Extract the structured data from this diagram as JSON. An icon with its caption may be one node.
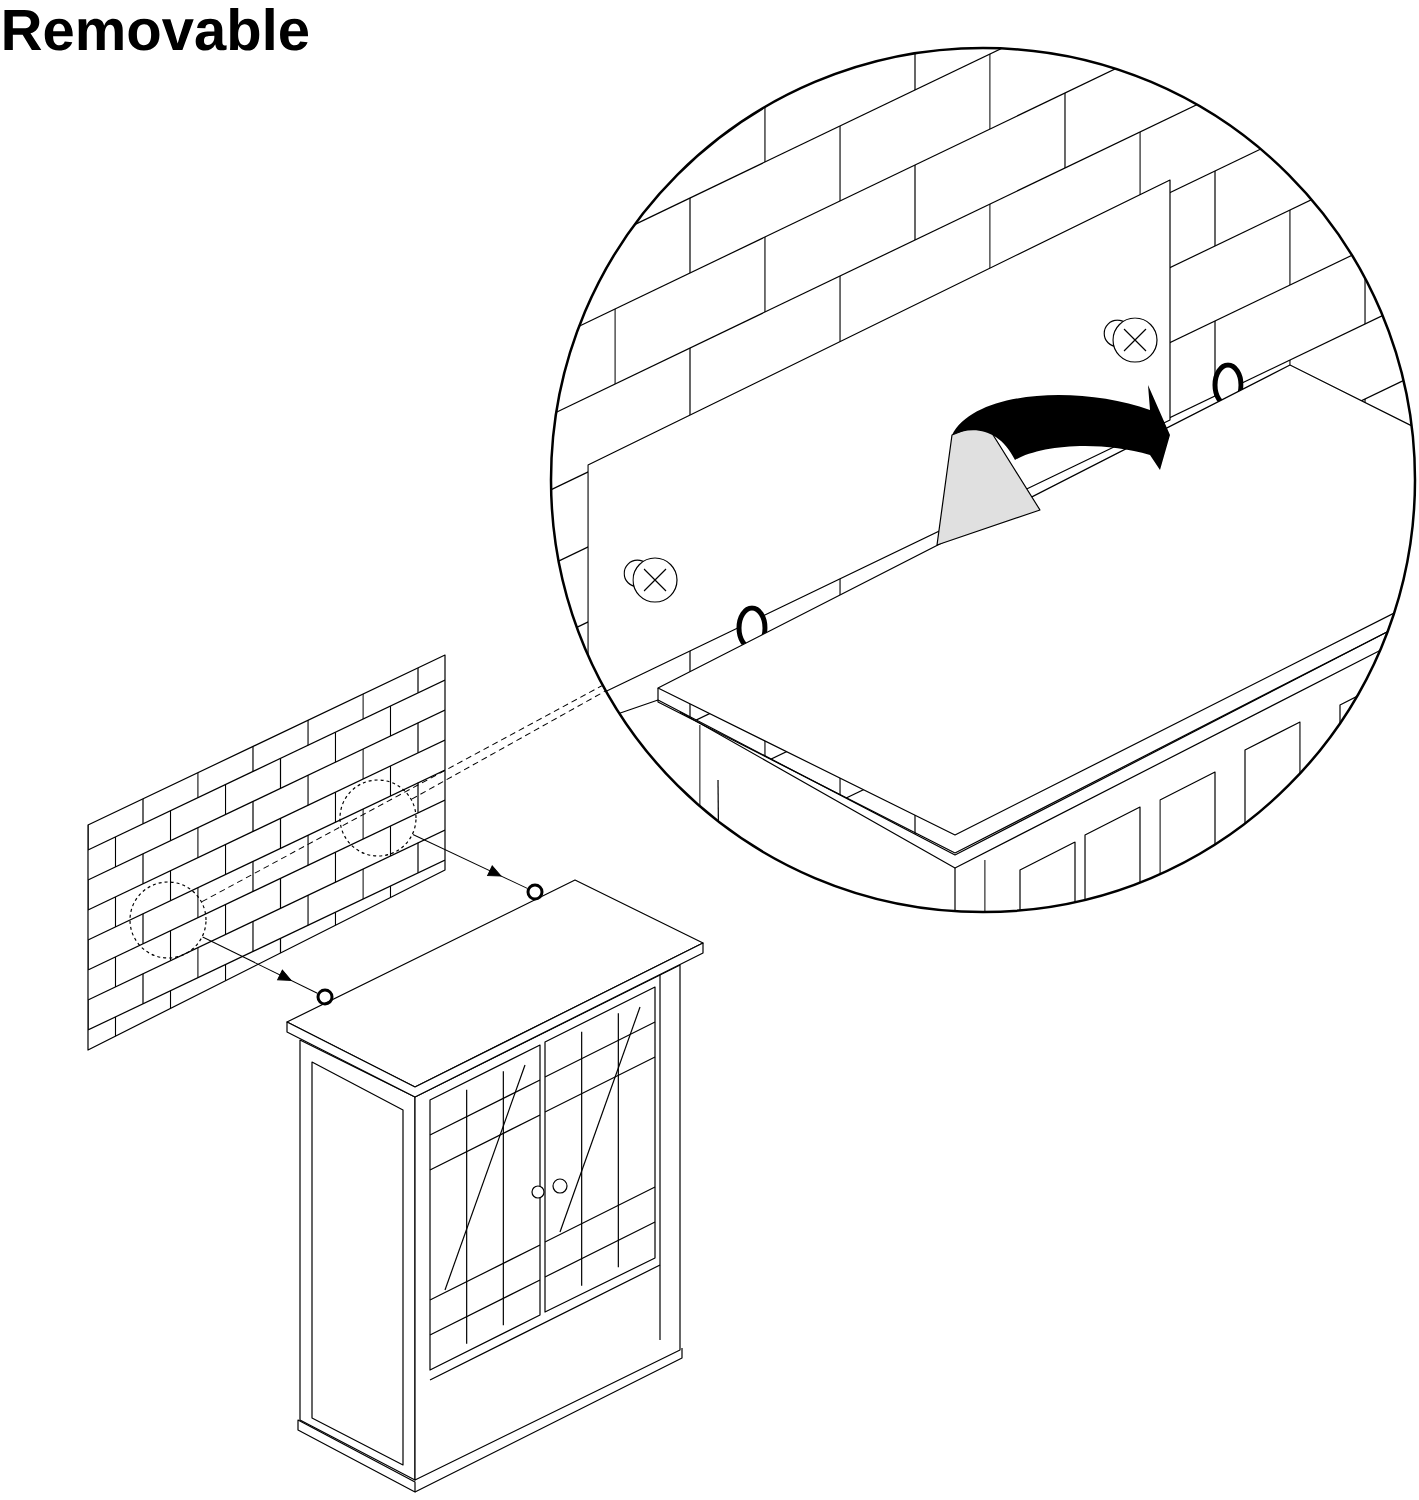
{
  "diagram": {
    "title": "Removable",
    "nodes": [
      {
        "text": [],
        "shape": "picture"
      },
      {
        "text": [],
        "shape": "circle",
        "in": 0
      },
      {
        "text": [],
        "shape": "circle",
        "in": 0
      },
      {
        "text": [],
        "shape": "picture"
      },
      {
        "text": [],
        "shape": "circle"
      },
      {
        "text": [],
        "shape": "circle"
      },
      {
        "text": [],
        "shape": "circle"
      }
    ],
    "edges": [
      {
        "from": 1,
        "to": 6,
        "arrow": "none",
        "style": "dashed"
      },
      {
        "from": 2,
        "to": 6,
        "arrow": "none",
        "style": "dashed"
      },
      {
        "from": 1,
        "to": 4,
        "arrow": "to"
      },
      {
        "from": 2,
        "to": 5,
        "arrow": "to"
      }
    ]
  }
}
